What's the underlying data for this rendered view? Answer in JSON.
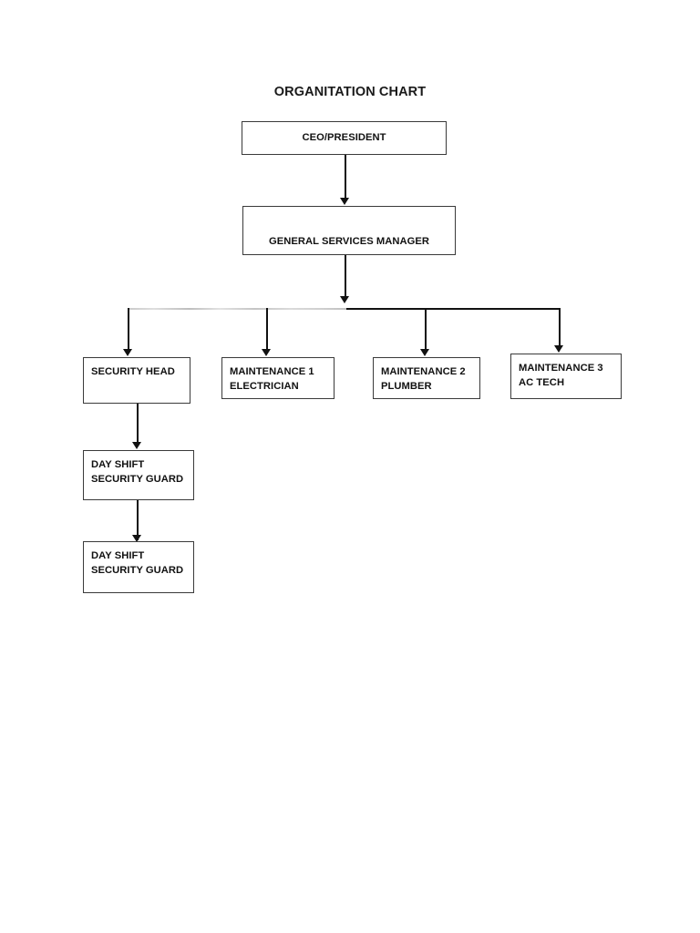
{
  "document": {
    "title": "ORGANITATION CHART"
  },
  "chart_data": {
    "type": "diagram",
    "diagram_type": "organization-chart",
    "title": "ORGANITATION CHART",
    "orientation": "top-down",
    "nodes": [
      {
        "id": "ceo",
        "label": "CEO/PRESIDENT",
        "level": 0,
        "text_align": "center",
        "text_valign": "middle"
      },
      {
        "id": "gsm",
        "label": "GENERAL SERVICES MANAGER",
        "level": 1,
        "text_align": "center",
        "text_valign": "bottom"
      },
      {
        "id": "security_head",
        "label": "SECURITY HEAD",
        "level": 2,
        "text_align": "left",
        "text_valign": "top"
      },
      {
        "id": "maintenance_1",
        "label": "MAINTENANCE  1\nELECTRICIAN",
        "level": 2,
        "text_align": "left",
        "text_valign": "top"
      },
      {
        "id": "maintenance_2",
        "label": "MAINTENANCE 2\nPLUMBER",
        "level": 2,
        "text_align": "left",
        "text_valign": "top"
      },
      {
        "id": "maintenance_3",
        "label": "MAINTENANCE 3\nAC TECH",
        "level": 2,
        "text_align": "left",
        "text_valign": "top"
      },
      {
        "id": "day_shift_guard_1",
        "label": "DAY SHIFT\nSECURITY GUARD",
        "level": 3,
        "text_align": "left",
        "text_valign": "top"
      },
      {
        "id": "day_shift_guard_2",
        "label": "DAY SHIFT\nSECURITY GUARD",
        "level": 4,
        "text_align": "left",
        "text_valign": "top"
      }
    ],
    "edges": [
      {
        "from": "ceo",
        "to": "gsm",
        "style": "solid-arrow"
      },
      {
        "from": "gsm",
        "to": "security_head",
        "style": "solid-arrow"
      },
      {
        "from": "gsm",
        "to": "maintenance_1",
        "style": "solid-arrow"
      },
      {
        "from": "gsm",
        "to": "maintenance_2",
        "style": "solid-arrow"
      },
      {
        "from": "gsm",
        "to": "maintenance_3",
        "style": "solid-arrow"
      },
      {
        "from": "security_head",
        "to": "day_shift_guard_1",
        "style": "solid-arrow"
      },
      {
        "from": "day_shift_guard_1",
        "to": "day_shift_guard_2",
        "style": "solid-arrow"
      }
    ],
    "colors": {
      "box_border": "#3a3a3a",
      "connector": "#111111",
      "connector_faded": "#c9c9c9",
      "text": "#111111",
      "background": "#ffffff"
    }
  }
}
